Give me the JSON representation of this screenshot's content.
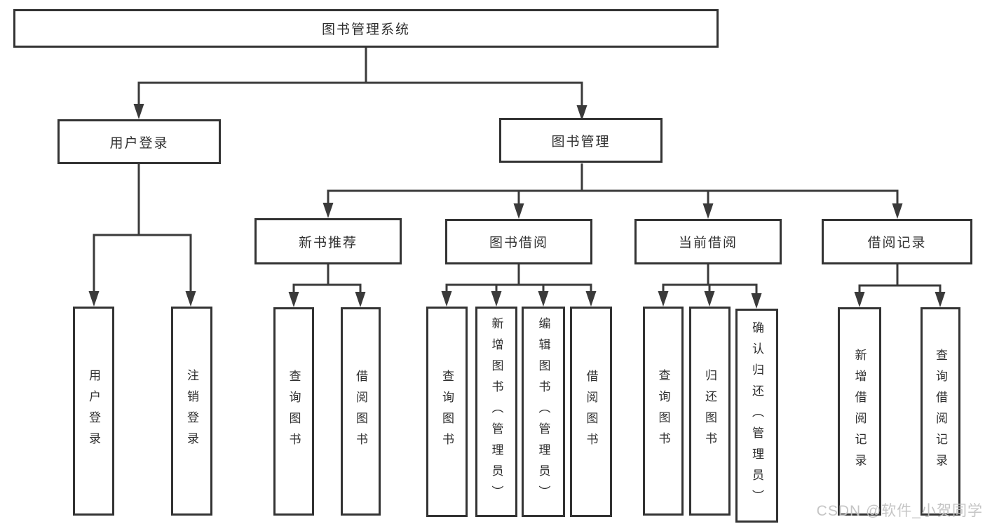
{
  "diagram": {
    "root": {
      "label": "图书管理系统",
      "children": [
        {
          "label": "用户登录",
          "children": [
            {
              "label": "用户登录"
            },
            {
              "label": "注销登录"
            }
          ]
        },
        {
          "label": "图书管理",
          "children": [
            {
              "label": "新书推荐",
              "children": [
                {
                  "label": "查询图书"
                },
                {
                  "label": "借阅图书"
                }
              ]
            },
            {
              "label": "图书借阅",
              "children": [
                {
                  "label": "查询图书"
                },
                {
                  "label": "新增图书（管理员）"
                },
                {
                  "label": "编辑图书（管理员）"
                },
                {
                  "label": "借阅图书"
                }
              ]
            },
            {
              "label": "当前借阅",
              "children": [
                {
                  "label": "查询图书"
                },
                {
                  "label": "归还图书"
                },
                {
                  "label": "确认归还（管理员）"
                }
              ]
            },
            {
              "label": "借阅记录",
              "children": [
                {
                  "label": "新增借阅记录"
                },
                {
                  "label": "查询借阅记录"
                }
              ]
            }
          ]
        }
      ]
    }
  },
  "watermark": {
    "text": "CSDN @软件_小贺同学"
  },
  "colors": {
    "line": "#3a3a3a",
    "box_border": "#333333",
    "text": "#2f2f2f",
    "watermark": "#c0c0c0",
    "background": "#ffffff"
  }
}
